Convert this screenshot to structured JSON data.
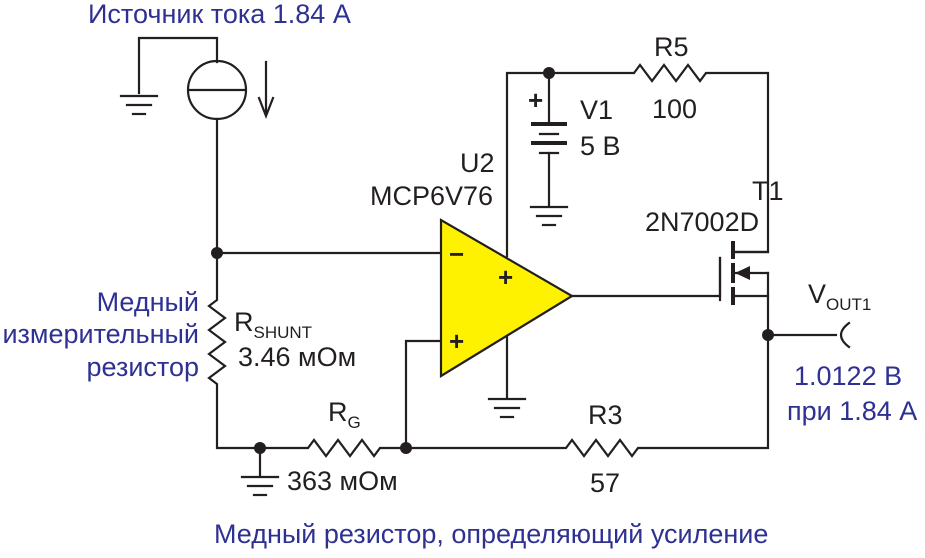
{
  "labels": {
    "current_source": "Источник тока 1.84 А",
    "r5_name": "R5",
    "r5_value": "100",
    "v1_name": "V1",
    "v1_value": "5 В",
    "u2_name": "U2",
    "u2_part": "MCP6V76",
    "t1_name": "T1",
    "t1_part": "2N7002D",
    "shunt_desc_line1": "Медный",
    "shunt_desc_line2": "измерительный",
    "shunt_desc_line3": "резистор",
    "rshunt_main": "R",
    "rshunt_sub": "SHUNT",
    "rshunt_value": "3.46 мОм",
    "rg_main": "R",
    "rg_sub": "G",
    "rg_value": "363 мОм",
    "r3_name": "R3",
    "r3_value": "57",
    "vout_main": "V",
    "vout_sub": "OUT1",
    "vout_value_line1": "1.0122 В",
    "vout_value_line2": "при 1.84 А",
    "caption": "Медный резистор, определяющий усиление",
    "minus_sign": "−",
    "plus_sign": "+"
  },
  "colors": {
    "wire": "#231f20",
    "opamp_fill": "#fff200",
    "annotation": "#2e3192"
  }
}
